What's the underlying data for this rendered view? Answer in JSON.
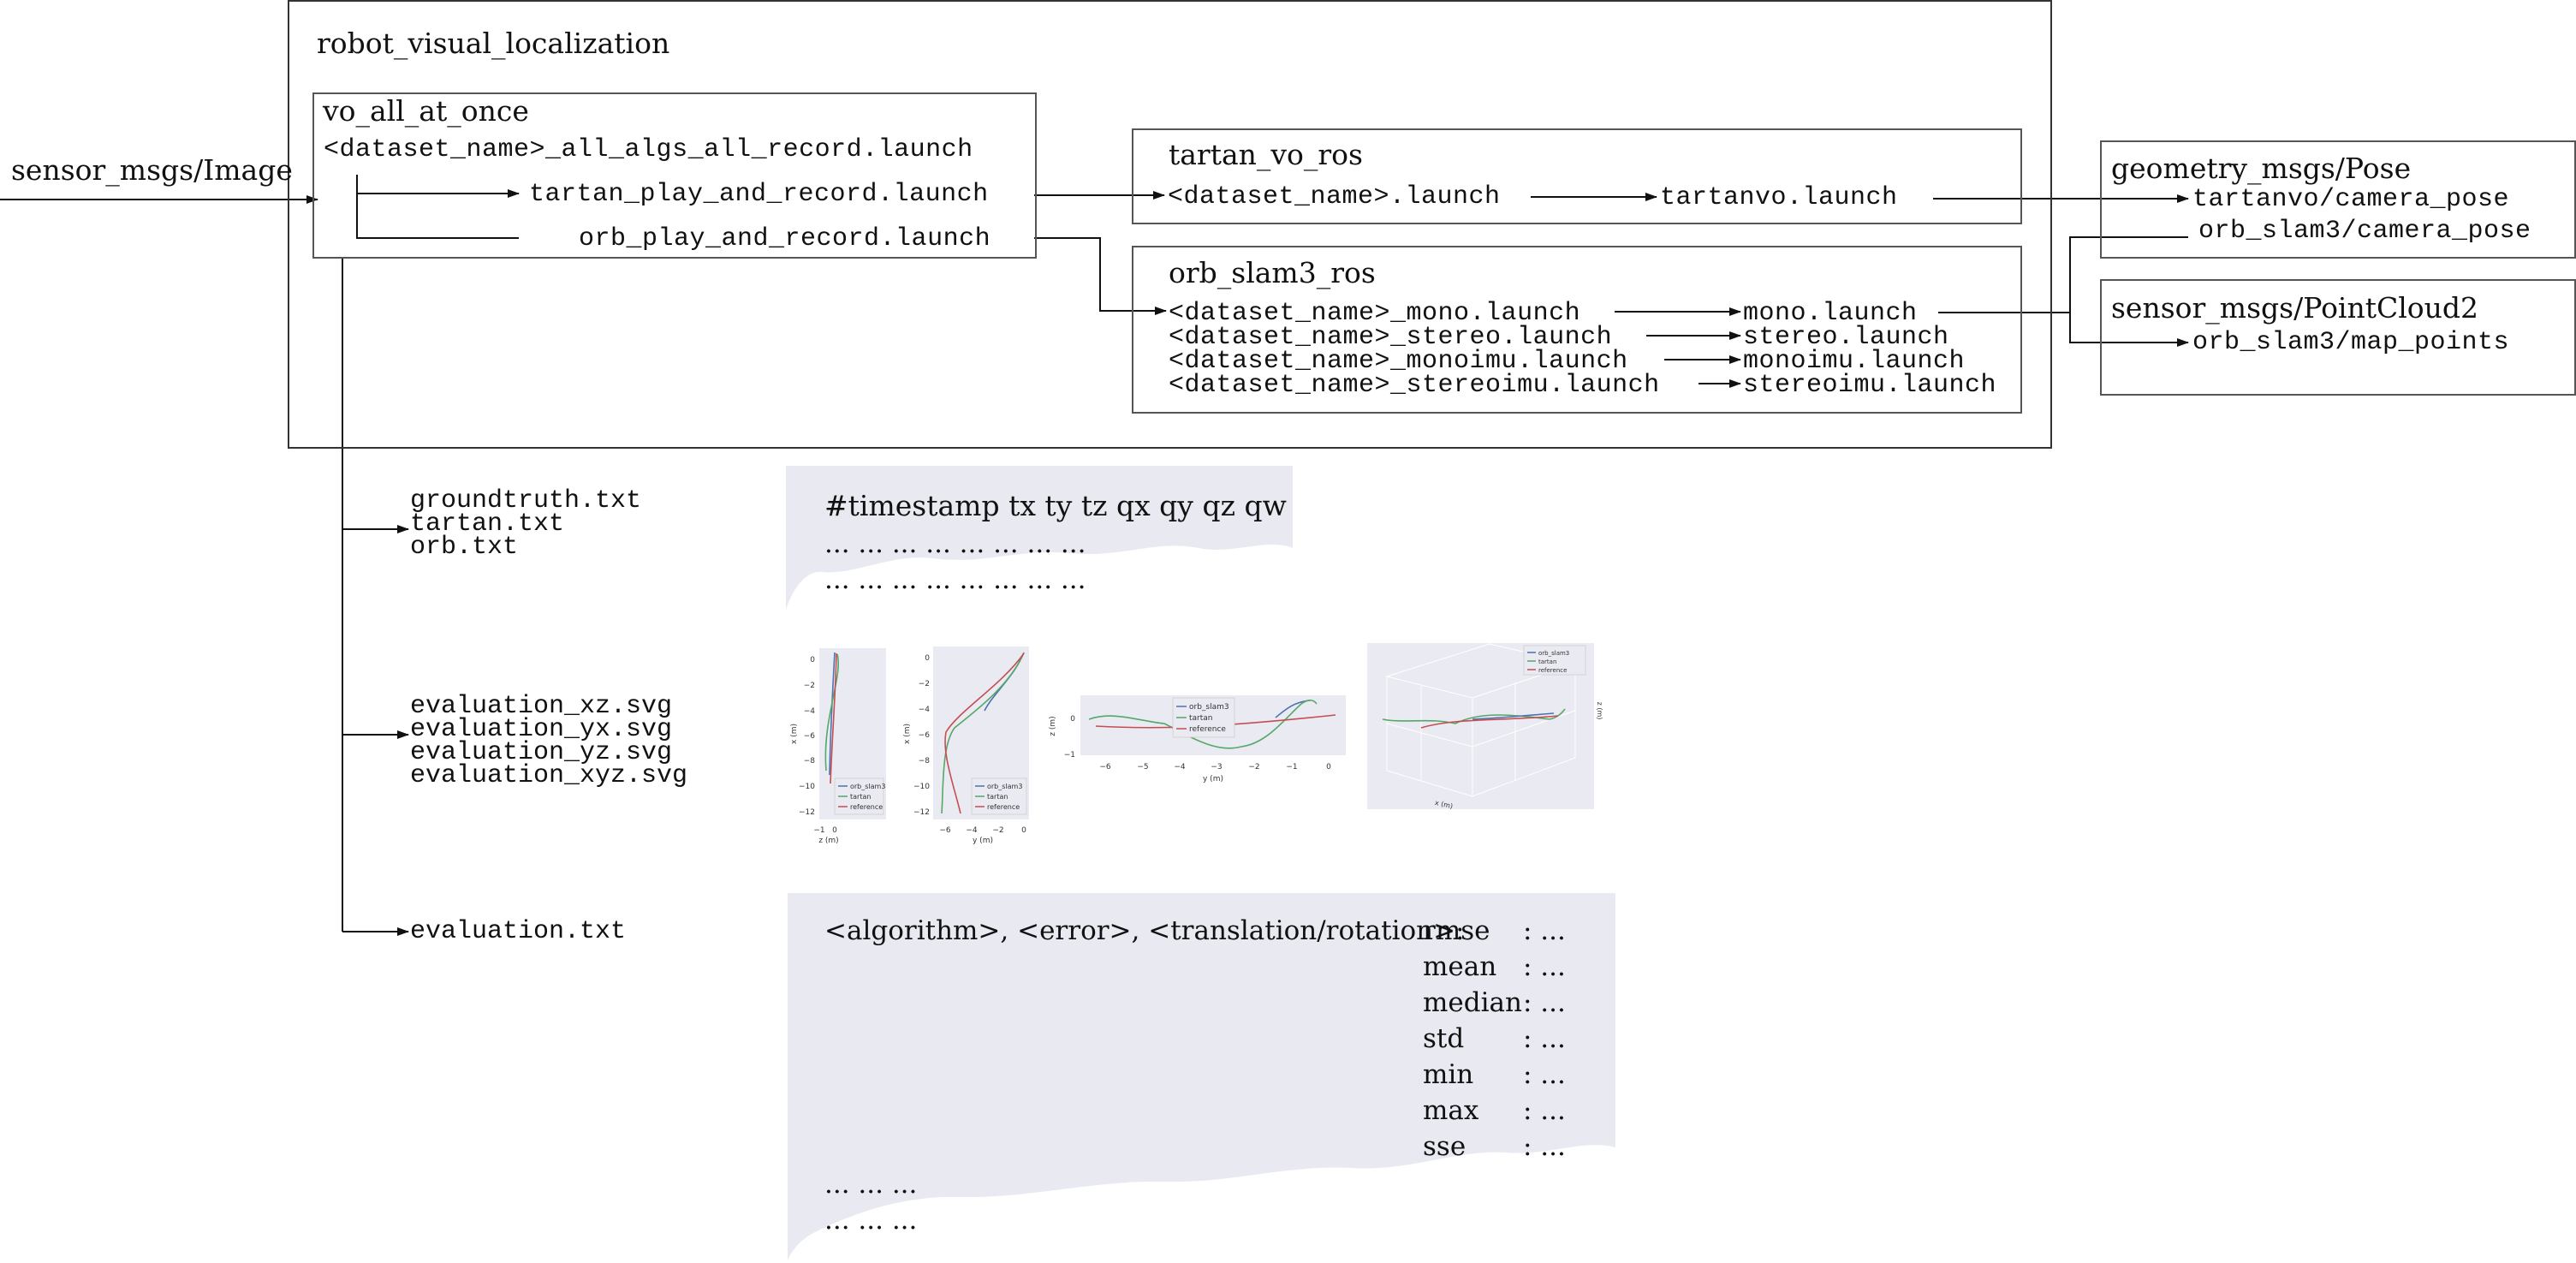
{
  "input_topic": "sensor_msgs/Image",
  "package_main": {
    "title": "robot_visual_localization",
    "launcher": {
      "title": "vo_all_at_once",
      "main_launch": "<dataset_name>_all_algs_all_record.launch",
      "tartan_launch": "tartan_play_and_record.launch",
      "orb_launch": "orb_play_and_record.launch"
    }
  },
  "tartan_pkg": {
    "title": "tartan_vo_ros",
    "dataset_launch": "<dataset_name>.launch",
    "node_launch": "tartanvo.launch"
  },
  "orb_pkg": {
    "title": "orb_slam3_ros",
    "dataset_launches": [
      "<dataset_name>_mono.launch",
      "<dataset_name>_stereo.launch",
      "<dataset_name>_monoimu.launch",
      "<dataset_name>_stereoimu.launch"
    ],
    "node_launches": [
      "mono.launch",
      "stereo.launch",
      "monoimu.launch",
      "stereoimu.launch"
    ]
  },
  "pose_output": {
    "title": "geometry_msgs/Pose",
    "topics": [
      "tartanvo/camera_pose",
      "orb_slam3/camera_pose"
    ]
  },
  "pointcloud_output": {
    "title": "sensor_msgs/PointCloud2",
    "topics": [
      "orb_slam3/map_points"
    ]
  },
  "trajectory_files": [
    "groundtruth.txt",
    "tartan.txt",
    "orb.txt"
  ],
  "trajectory_doc": {
    "header": "#timestamp tx ty tz qx qy qz qw",
    "rows": [
      "... ... ... ... ... ... ... ...",
      "... ... ... ... ... ... ... ..."
    ]
  },
  "evaluation_files": [
    "evaluation_xz.svg",
    "evaluation_yx.svg",
    "evaluation_yz.svg",
    "evaluation_xyz.svg"
  ],
  "evaluation_txt": "evaluation.txt",
  "eval_doc": {
    "prefix": "<algorithm>, <error>, <translation/rotation>:",
    "metrics": [
      "rmse",
      "mean",
      "median",
      "std",
      "min",
      "max",
      "sse"
    ],
    "value": ": ...",
    "trailer": [
      "... ... ...",
      "... ... ..."
    ]
  },
  "plot_legend": [
    "orb_slam3",
    "tartan",
    "reference"
  ],
  "plot_axes": {
    "xz": {
      "xlabel": "z (m)",
      "ylabel": "x (m)",
      "xticks": [
        "−1",
        "0"
      ],
      "yticks": [
        "0",
        "−2",
        "−4",
        "−6",
        "−8",
        "−10",
        "−12"
      ]
    },
    "yx": {
      "xlabel": "y (m)",
      "ylabel": "x (m)",
      "xticks": [
        "−6",
        "−4",
        "−2",
        "0"
      ],
      "yticks": [
        "0",
        "−2",
        "−4",
        "−6",
        "−8",
        "−10",
        "−12"
      ]
    },
    "yz": {
      "xlabel": "y (m)",
      "ylabel": "z (m)",
      "xticks": [
        "−6",
        "−5",
        "−4",
        "−3",
        "−2",
        "−1",
        "0"
      ],
      "yticks": [
        "0",
        "−1"
      ]
    },
    "xyz": {
      "xlabel": "x (m)",
      "zlabel": "z (m)"
    }
  },
  "colors": {
    "orb_slam3": "#4c72b0",
    "tartan": "#55a868",
    "reference": "#c44e52",
    "plot_bg": "#eaeaf2",
    "doc_bg": "#e9e9f2",
    "line": "#111111"
  }
}
